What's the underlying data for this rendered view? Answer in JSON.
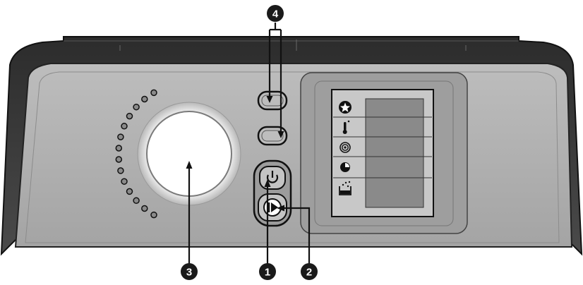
{
  "callouts": [
    {
      "id": "1",
      "label": "1"
    },
    {
      "id": "2",
      "label": "2"
    },
    {
      "id": "3",
      "label": "3"
    },
    {
      "id": "4",
      "label": "4"
    }
  ],
  "display_icons": [
    "star-icon",
    "temperature-icon",
    "spin-icon",
    "timer-icon",
    "dryness-icon"
  ],
  "program_dial": {
    "indicator_lights": 14
  },
  "colors": {
    "housing_dark": "#3a3a3a",
    "panel_face": "#a9a9a9",
    "knob_face": "#ffffff",
    "callout_fill": "#1a1a1a"
  }
}
